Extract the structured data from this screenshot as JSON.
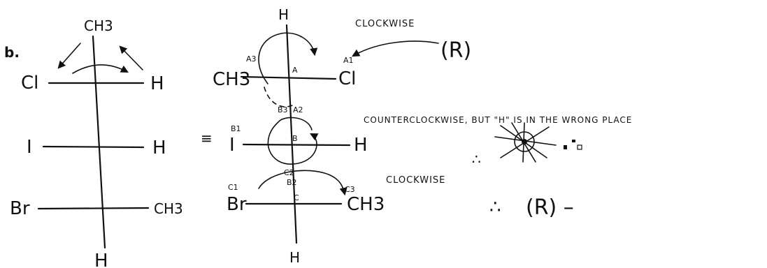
{
  "part_label": "b.",
  "left": {
    "top": "CH3",
    "bottom": "H",
    "row1": {
      "left": "Cl",
      "right": "H"
    },
    "row2": {
      "left": "I",
      "right": "H"
    },
    "row3": {
      "left": "Br",
      "right": "CH3"
    }
  },
  "equiv_symbol": "≡",
  "middle": {
    "top": "H",
    "bottom": "H",
    "row1": {
      "left": "CH3",
      "right": "Cl",
      "center": "A"
    },
    "row2": {
      "left": "I",
      "right": "H",
      "center": "B"
    },
    "row3": {
      "left": "Br",
      "right": "CH3",
      "center": "C"
    },
    "priorities": {
      "a1": "A1",
      "a2": "A2",
      "a3": "A3",
      "b1": "B1",
      "b2": "B2",
      "b3": "B3",
      "c1": "C1",
      "c2": "C2",
      "c3": "C3"
    }
  },
  "notes": {
    "clockwise_top": "CLOCKWISE",
    "r_top": "(R)",
    "counterclockwise": "COUNTERCLOCKWISE, BUT \"H\" IS IN THE WRONG PLACE",
    "therefore_1": "∴",
    "clockwise_bottom": "CLOCKWISE",
    "therefore_2": "∴",
    "r_bottom": "(R) –"
  }
}
